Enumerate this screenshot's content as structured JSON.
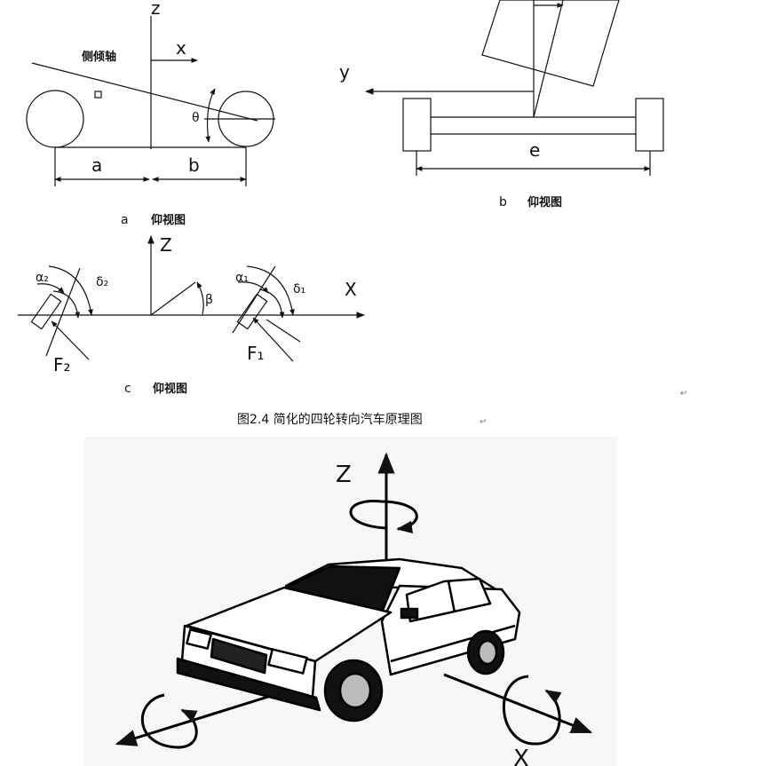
{
  "figure_caption": "图2.4 简化的四轮转向汽车原理图",
  "return_mark": "↵",
  "panel_a": {
    "axis_z": "z",
    "axis_x": "x",
    "roll_axis_label": "侧倾轴",
    "theta": "θ",
    "dim_a": "a",
    "dim_b": "b",
    "caption_letter": "a",
    "caption_text": "仰视图"
  },
  "panel_b": {
    "axis_y": "y",
    "dim_e": "e",
    "caption_letter": "b",
    "caption_text": "仰视图"
  },
  "panel_c": {
    "axis_z": "Z",
    "axis_x": "X",
    "beta": "β",
    "alpha2": "α₂",
    "delta2": "δ₂",
    "alpha1": "α₁",
    "delta1": "δ₁",
    "force2": "F₂",
    "force1": "F₁",
    "caption_letter": "c",
    "caption_text": "仰视图"
  },
  "photo": {
    "axis_z": "Z",
    "axis_x": "X"
  }
}
